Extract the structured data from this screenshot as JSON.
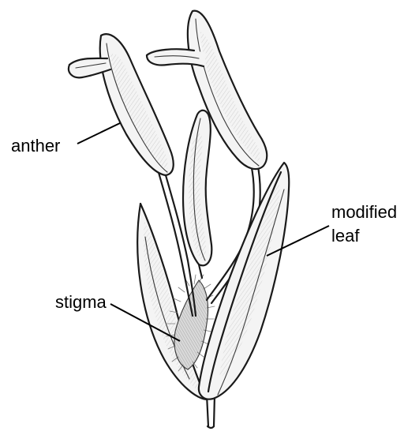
{
  "labels": {
    "anther": "anther",
    "modified_leaf_line1": "modified",
    "modified_leaf_line2": "leaf",
    "stigma": "stigma"
  },
  "colors": {
    "ink": "#1a1a1a",
    "background": "#ffffff"
  }
}
